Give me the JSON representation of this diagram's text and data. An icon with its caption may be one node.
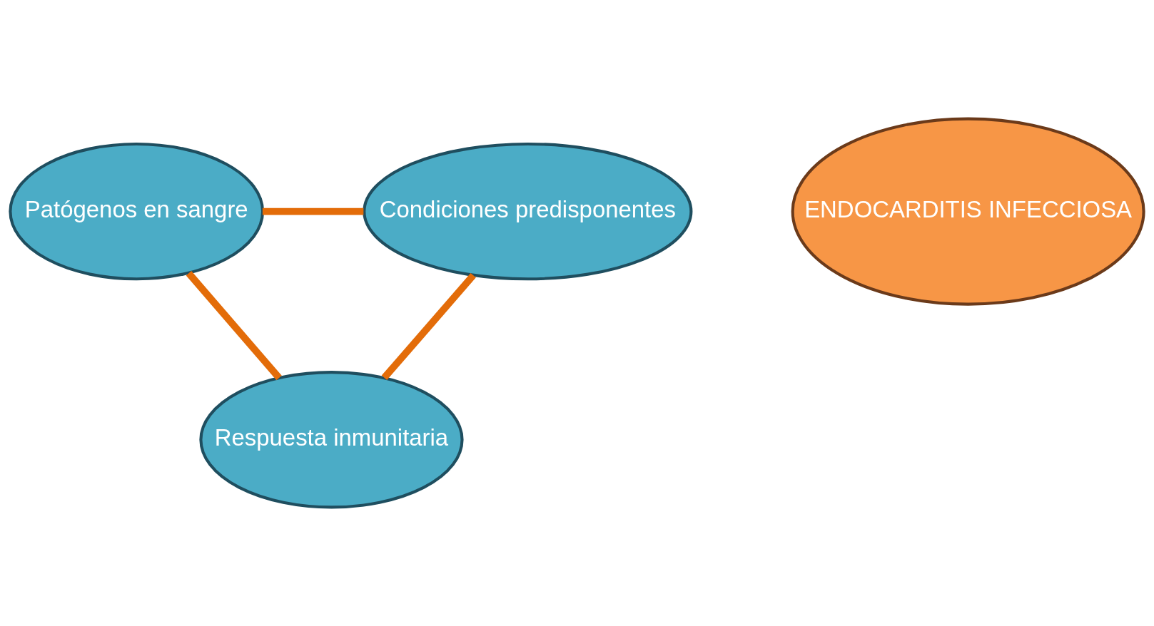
{
  "diagram": {
    "nodes": [
      {
        "text": [
          "Patógenos en sangre"
        ]
      },
      {
        "text": [
          "Condiciones predisponentes"
        ]
      },
      {
        "text": [
          "ENDOCARDITIS INFECCIOSA"
        ]
      },
      {
        "text": [
          "Respuesta inmunitaria"
        ]
      }
    ],
    "edges": [
      {
        "from": 0,
        "to": 1,
        "arrow": "none"
      },
      {
        "from": 0,
        "to": 3,
        "arrow": "none"
      },
      {
        "from": 1,
        "to": 3,
        "arrow": "none"
      }
    ]
  }
}
